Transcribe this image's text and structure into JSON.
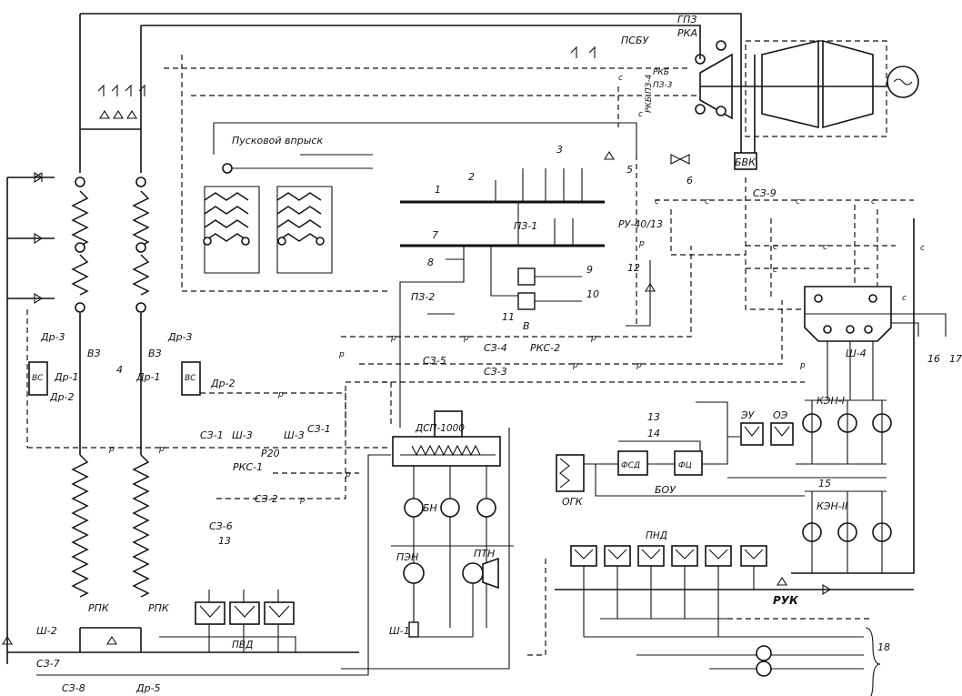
{
  "labels": {
    "gpz": "ГПЗ",
    "rka": "РКА",
    "psbu": "ПСБУ",
    "rkb": "РКБ",
    "pz3": "ПЗ-3",
    "rkb_pz4": "РКБ ПЗ-4",
    "bvk": "БВК",
    "sz9": "СЗ-9",
    "start_injection": "Пусковой впрыск",
    "n1": "1",
    "n2": "2",
    "n3": "3",
    "n4": "4",
    "n5": "5",
    "n6": "6",
    "n7": "7",
    "n8": "8",
    "n9": "9",
    "n10": "10",
    "n11": "11",
    "n12": "12",
    "n13a": "13",
    "n13b": "13",
    "n14": "14",
    "n15": "15",
    "n16": "16",
    "n17": "17",
    "n18": "18",
    "pz1": "ПЗ-1",
    "ru40": "РУ-40/13",
    "pz2": "ПЗ-2",
    "b": "В",
    "sz4": "СЗ-4",
    "rks2": "РКС-2",
    "sz5": "СЗ-5",
    "sz3": "СЗ-3",
    "dr3_left": "Др-3",
    "dr3_right": "Др-3",
    "vz_left": "ВЗ",
    "vz_right": "ВЗ",
    "vs_left": "ВС",
    "vs_right": "ВС",
    "dr1_left": "Др-1",
    "dr1_right": "Др-1",
    "dr2_left": "Др-2",
    "dr2_right": "Др-2",
    "sz1_left": "СЗ-1",
    "sh3_left": "Ш-3",
    "r20": "Р20",
    "sh3_right": "Ш-3",
    "sz1_right": "СЗ-1",
    "rks1": "РКС-1",
    "sz2": "СЗ-2",
    "sz6": "СЗ-6",
    "rpk_left": "РПК",
    "rpk_right": "РПК",
    "sh2": "Ш-2",
    "sz7": "СЗ-7",
    "sz8": "СЗ-8",
    "dr5": "Др-5",
    "pvd": "ПВД",
    "dsp": "ДСП-1000",
    "bn": "БН",
    "pen": "ПЭН",
    "ptn": "ПТН",
    "sh1": "Ш-1",
    "eu": "ЭУ",
    "oe": "ОЭ",
    "fsd": "ФСД",
    "fts": "ФЦ",
    "bou": "БОУ",
    "ogk": "ОГК",
    "ken1": "КЭН-I",
    "ken2": "КЭН-II",
    "sh4": "Ш-4",
    "pnd": "ПНД",
    "ruk": "РУК",
    "steam_p": "р",
    "cond_c": "с"
  }
}
